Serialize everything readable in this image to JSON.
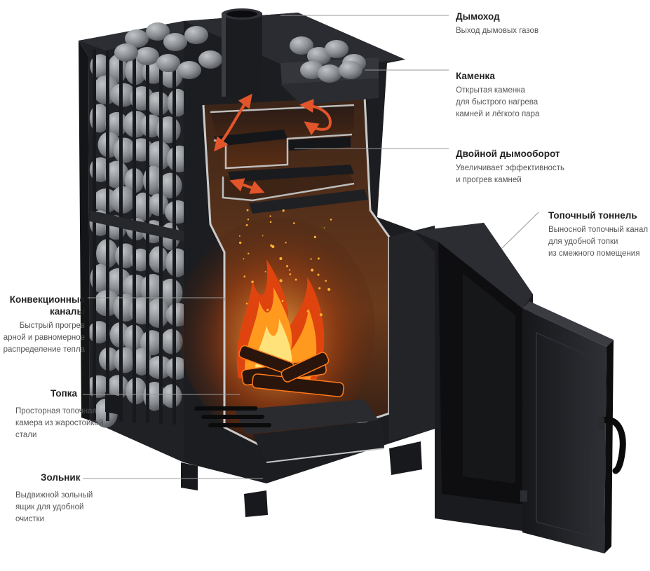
{
  "colors": {
    "steel_dark": "#1c1d20",
    "steel_mid": "#2c2e33",
    "steel_edge": "#4a4d53",
    "cut_edge": "#c9c9c9",
    "stone": "#8c8f93",
    "fire_core": "#ffe27a",
    "fire_mid": "#ff9a1f",
    "fire_outer": "#e0440e",
    "arrow": "#e2552a",
    "leader": "#9a9a9a"
  },
  "callouts": [
    {
      "id": "chimney",
      "title": "Дымоход",
      "desc": [
        "Выход дымовых газов"
      ]
    },
    {
      "id": "heater",
      "title": "Каменка",
      "desc": [
        "Открытая каменка",
        "для быстрого нагрева",
        "камней и лёгкого пара"
      ]
    },
    {
      "id": "double-flue",
      "title": "Двойной дымооборот",
      "desc": [
        "Увеличивает эффективность",
        "и прогрев камней"
      ]
    },
    {
      "id": "fire-tunnel",
      "title": "Топочный тоннель",
      "desc": [
        "Выносной топочный канал",
        "для удобной топки",
        "из смежного помещения"
      ]
    },
    {
      "id": "convection",
      "title": [
        "Конвекционные",
        "каналы"
      ],
      "desc": [
        "Быстрый прогрев",
        "арной и равномерное",
        "распределение тепла"
      ]
    },
    {
      "id": "firebox",
      "title": "Топка",
      "desc": [
        "Просторная топочная",
        "камера из жаростойкой",
        "стали"
      ]
    },
    {
      "id": "ashpan",
      "title": "Зольник",
      "desc": [
        "Выдвижной зольный",
        "ящик для удобной",
        "очистки"
      ]
    }
  ]
}
